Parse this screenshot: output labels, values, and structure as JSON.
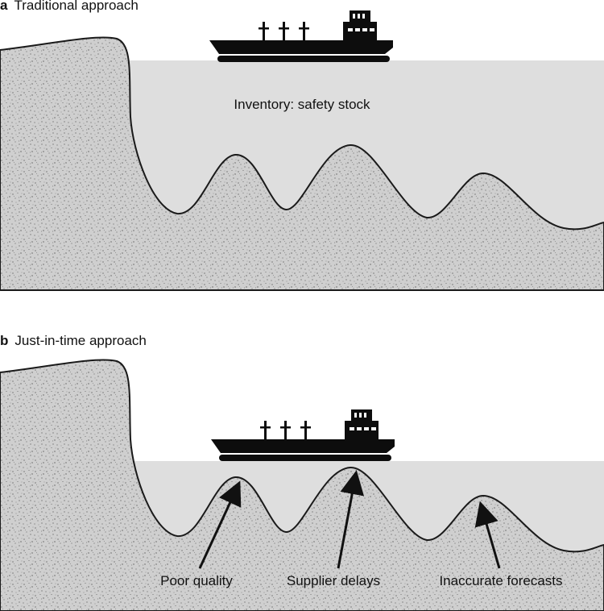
{
  "panel_a": {
    "letter": "a",
    "title": "Traditional approach",
    "water_label": "Inventory: safety stock"
  },
  "panel_b": {
    "letter": "b",
    "title": "Just-in-time approach",
    "rock_labels": [
      "Poor quality",
      "Supplier delays",
      "Inaccurate forecasts"
    ]
  },
  "colors": {
    "water": "#dedede",
    "rock_fill": "#cfcfcf",
    "rock_outline": "#1a1a1a",
    "ship": "#0d0d0d"
  },
  "icons": {
    "ship": "cargo-ship-icon",
    "rock": "rock-terrain",
    "arrow": "arrow-up-icon"
  }
}
